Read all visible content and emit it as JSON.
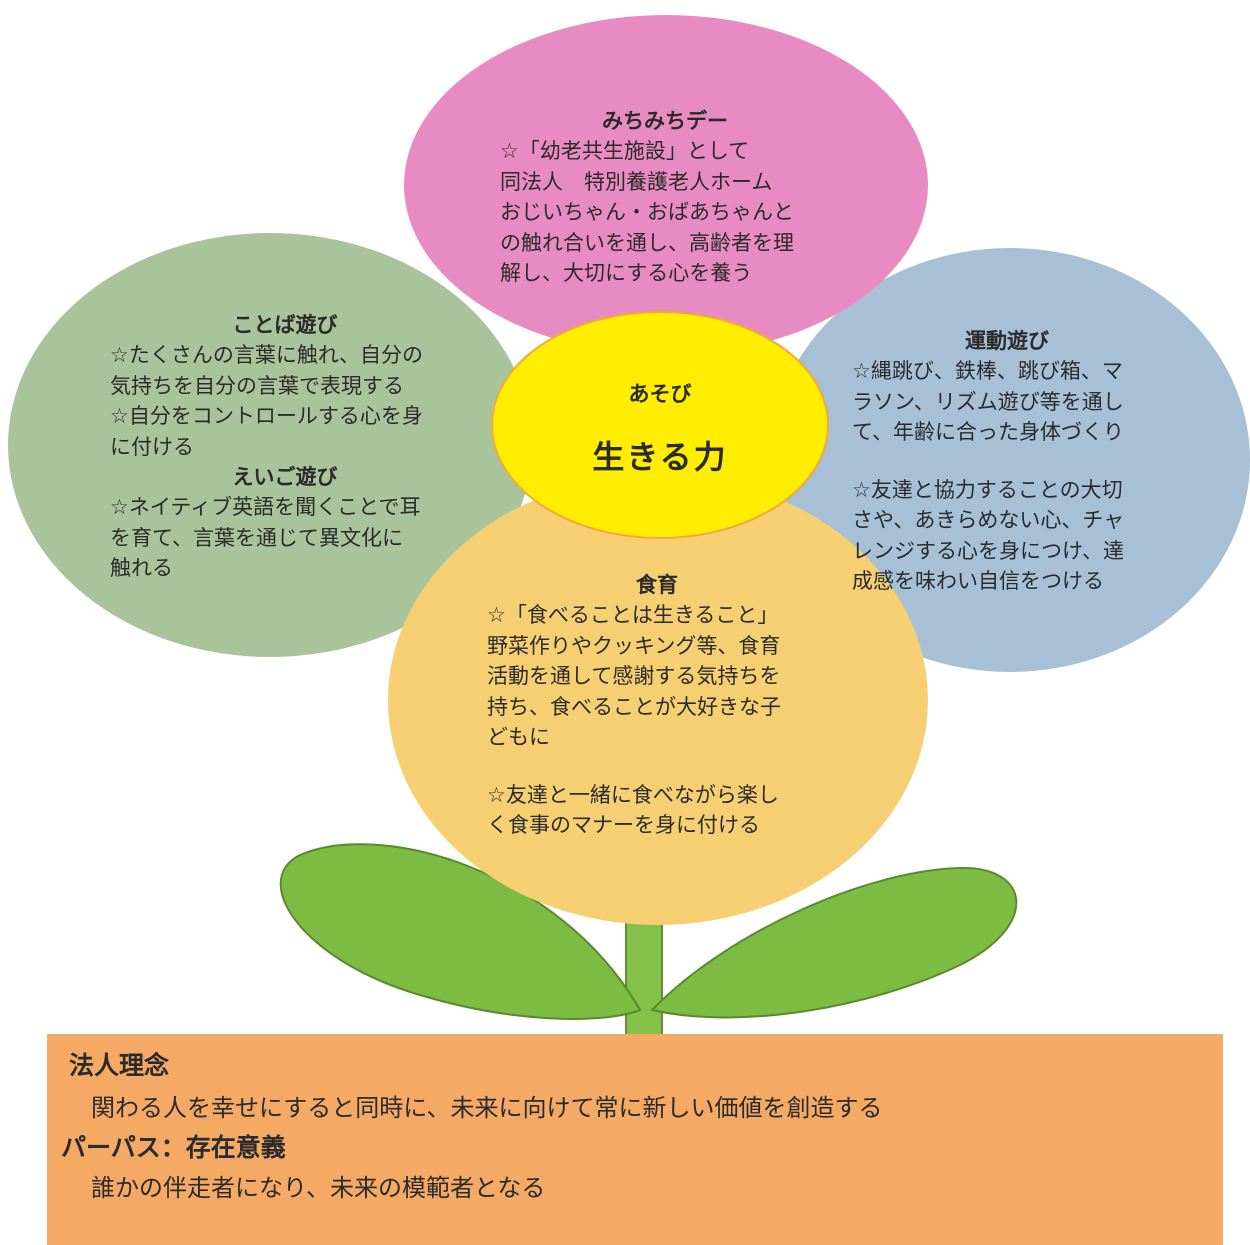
{
  "center": {
    "label": "あそび",
    "title": "生きる力"
  },
  "petals": {
    "top": {
      "title": "みちみちデー",
      "lines": [
        "☆「幼老共生施設」として",
        "同法人　特別養護老人ホーム",
        "おじいちゃん・おばあちゃんと",
        "の触れ合いを通し、高齢者を理",
        "解し、大切にする心を養う"
      ]
    },
    "left": {
      "title": "ことば遊び",
      "lines": [
        "☆たくさんの言葉に触れ、自分の",
        "気持ちを自分の言葉で表現する",
        "☆自分をコントロールする心を身",
        "に付ける"
      ],
      "title2": "えいご遊び",
      "lines2": [
        "☆ネイティブ英語を聞くことで耳",
        "を育て、言葉を通じて異文化に",
        "触れる"
      ]
    },
    "right": {
      "title": "運動遊び",
      "lines": [
        "☆縄跳び、鉄棒、跳び箱、マ",
        "ラソン、リズム遊び等を通し",
        "て、年齢に合った身体づくり"
      ],
      "lines2": [
        "☆友達と協力することの大切",
        "さや、あきらめない心、チャ",
        "レンジする心を身につけ、達",
        "成感を味わい自信をつける"
      ]
    },
    "bottom": {
      "title": "食育",
      "lines": [
        "☆「食べることは生きること」",
        "野菜作りやクッキング等、食育",
        "活動を通して感謝する気持ちを",
        "持ち、食べることが大好きな子",
        "どもに"
      ],
      "lines2": [
        "☆友達と一緒に食べながら楽し",
        "く食事のマナーを身に付ける"
      ]
    }
  },
  "foundation": {
    "philosophy_heading": "法人理念",
    "philosophy_text": "関わる人を幸せにすると同時に、未来に向けて常に新しい価値を創造する",
    "purpose_heading": "パーパス：存在意義",
    "purpose_text": "誰かの伴走者になり、未来の模範者となる"
  },
  "colors": {
    "petal_top": "#e98bc3",
    "petal_left": "#a9c39a",
    "petal_right": "#a7c0d6",
    "petal_bottom": "#f5cf72",
    "center": "#ffee00",
    "leaf": "#7dbb43",
    "soil": "#f4a965"
  }
}
